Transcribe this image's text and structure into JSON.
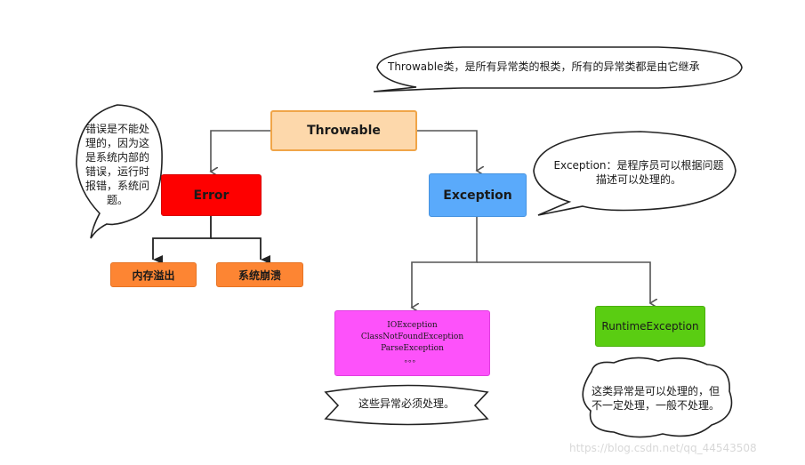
{
  "nodes": {
    "throwable": "Throwable",
    "error": "Error",
    "exception": "Exception",
    "out_of_memory": "内存溢出",
    "system_crash": "系统崩溃",
    "checked_exceptions": [
      "IOException",
      "ClassNotFoundException",
      "ParseException",
      "。。。"
    ],
    "runtime_exception": "RuntimeException"
  },
  "notes": {
    "throwable": "Throwable类，是所有异常类的根类，所有的异常类都是由它继承",
    "exception": [
      "Exception：是程序员可以根据问题",
      "描述可以处理的。"
    ],
    "error": [
      "错误是不能处",
      "理的，因为这",
      "是系统内部的",
      "错误，运行时",
      "报错，系统问",
      "题。"
    ],
    "checked": "这些异常必须处理。",
    "runtime": [
      "这类异常是可以处理的，但",
      "不一定处理，一般不处理。"
    ]
  },
  "watermark": "https://blog.csdn.net/qq_44543508",
  "colors": {
    "throwable_fill": "#fdd8ab",
    "throwable_border": "#f0a548",
    "error_fill": "#fe0000",
    "exception_fill": "#5aaafb",
    "leaf_orange": "#fd8533",
    "checked_fill": "#fd52fa",
    "runtime_fill": "#5acd12",
    "connector": "#555555"
  }
}
